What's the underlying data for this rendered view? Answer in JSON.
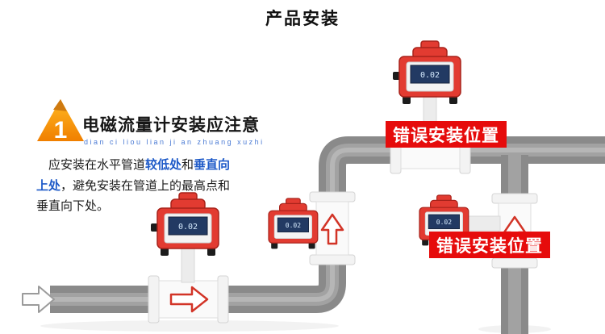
{
  "page": {
    "title": "产品安装"
  },
  "notice": {
    "badge_number": "1",
    "heading": "电磁流量计安装应注意",
    "pinyin": "dian ci liou lian ji an zhuang xuzhi",
    "body": {
      "before": "应安装在水平管道",
      "highlight_low": "较低处",
      "mid": "和",
      "highlight_up": "垂直向上处",
      "after": "，避免安装在管道上的最高点和垂直向下处。"
    }
  },
  "diagram": {
    "wrong_labels": [
      "错误安装位置",
      "错误安装位置"
    ],
    "meter_display": "0.02"
  },
  "colors": {
    "label_red": "#e60c0c",
    "meter_red": "#e23b31",
    "meter_red_dark": "#a8221a",
    "pipe_gray": "#8a8a8a",
    "highlight_blue": "#1e5ac8",
    "pinyin_blue": "#4b7bd4",
    "badge_orange_light": "#ffb822",
    "badge_orange_dark": "#f07f00"
  }
}
